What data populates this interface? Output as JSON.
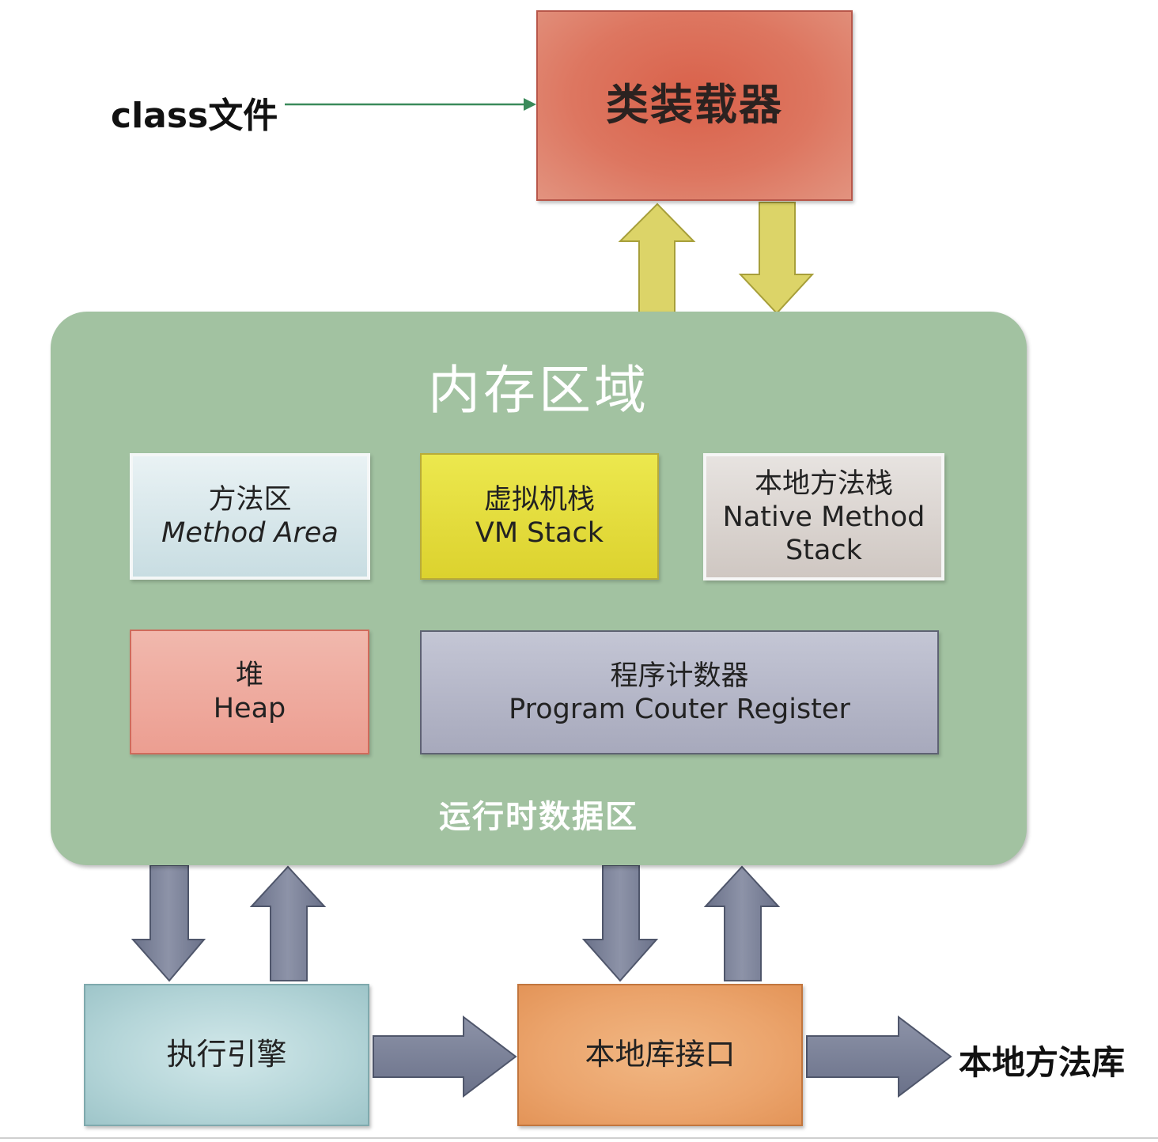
{
  "diagram": {
    "class_file": "class文件",
    "class_loader": "类装载器",
    "memory_area": {
      "title": "内存区域",
      "subtitle": "运行时数据区",
      "method_area": {
        "cn": "方法区",
        "en": "Method Area"
      },
      "vm_stack": {
        "cn": "虚拟机栈",
        "en": "VM Stack"
      },
      "native_method_stack": {
        "cn": "本地方法栈",
        "en_line1": "Native Method",
        "en_line2": "Stack"
      },
      "heap": {
        "cn": "堆",
        "en": "Heap"
      },
      "program_counter": {
        "cn": "程序计数器",
        "en": "Program Couter Register"
      }
    },
    "execution_engine": "执行引擎",
    "native_interface": "本地库接口",
    "native_library": "本地方法库"
  },
  "colors": {
    "class_loader": "#dd6a53",
    "memory_area": "#a2c2a1",
    "vm_stack": "#e4dc3c",
    "heap": "#ee a99d",
    "program_counter": "#b6b8c9",
    "execution_engine": "#b4d5d8",
    "native_interface": "#eba46c",
    "yellow_arrow": "#dcd468",
    "slate_arrow": "#7e859c"
  }
}
